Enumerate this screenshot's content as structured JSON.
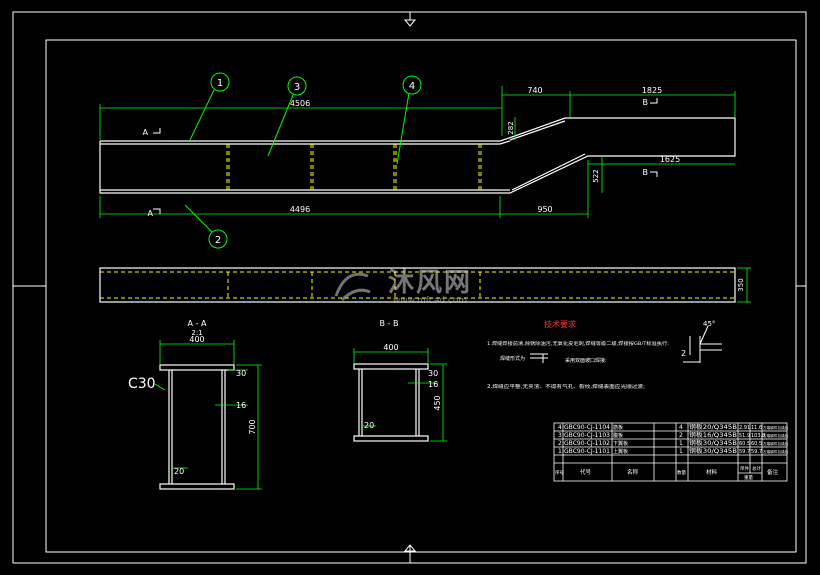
{
  "balloons": [
    "1",
    "3",
    "4",
    "2"
  ],
  "elevation": {
    "dims": {
      "d4506": "4506",
      "d4496": "4496",
      "d740": "740",
      "d1825": "1825",
      "d1625": "1625",
      "d282": "282",
      "d522": "522",
      "d950": "950",
      "d350": "350"
    },
    "section_marks": {
      "a_top": "A",
      "a_bottom": "A",
      "b_top": "B",
      "b_bottom": "B"
    }
  },
  "section_aa": {
    "title": "A - A",
    "scale": "2:1",
    "dim_width": "400",
    "dim_height": "700",
    "dim_flange": "30",
    "dim_web": "16",
    "dim_weld": "20",
    "chamfer": "C30"
  },
  "section_bb": {
    "title": "B - B",
    "dim_width": "400",
    "dim_height": "450",
    "dim_flange": "30",
    "dim_web": "16",
    "dim_weld": "20"
  },
  "tech_notes": {
    "title": "技术要求",
    "line1": "1.焊缝焊接前清,除锈除油污,无氧化皮毛刺,焊缝等级二级,焊接按GB/T标准执行:",
    "weld_label": "焊缝形式为",
    "weld_desc": "采用双面坡口焊接;",
    "line2": "2.焊缝应平整,无夹渣、不得有气孔、裂纹,焊缝表面应光顺过渡;",
    "weld_symbol_angle": "45°",
    "weld_symbol_num": "2"
  },
  "bom": {
    "rows": [
      {
        "no": "4",
        "code": "GBC90-CJ-1104",
        "name": "筋板",
        "qty": "4",
        "material": "钢板20/Q345B",
        "unit": "2.91",
        "total": "11.6",
        "note": "左端钢件见成品"
      },
      {
        "no": "3",
        "code": "GBC90-CJ-1103",
        "name": "腹板",
        "qty": "2",
        "material": "钢板16/Q345B",
        "unit": "51.9",
        "total": "103.8",
        "note": "左端钢件见成品"
      },
      {
        "no": "2",
        "code": "GBC90-CJ-1102",
        "name": "下翼板",
        "qty": "1",
        "material": "钢板30/Q345B",
        "unit": "60.5",
        "total": "60.5",
        "note": "左端钢件见成品"
      },
      {
        "no": "1",
        "code": "GBC90-CJ-1101",
        "name": "上翼板",
        "qty": "1",
        "material": "钢板30/Q345B",
        "unit": "59.7",
        "total": "59.7",
        "note": "左端钢件见成品"
      }
    ],
    "header": {
      "no": "序号",
      "code": "代号",
      "name": "名称",
      "qty": "数量",
      "material": "材料",
      "unit": "单件",
      "total": "总计",
      "weight": "重量",
      "note": "备注"
    }
  },
  "watermark": {
    "brand": "沐风网",
    "url": "www.mfcad.com"
  },
  "colors": {
    "background": "#000000",
    "line": "#ffffff",
    "dim": "#00ff00",
    "hidden": "#ffff00",
    "balloon": "#00ff00",
    "notes_title": "#ff3030",
    "section": "#ffffff"
  }
}
